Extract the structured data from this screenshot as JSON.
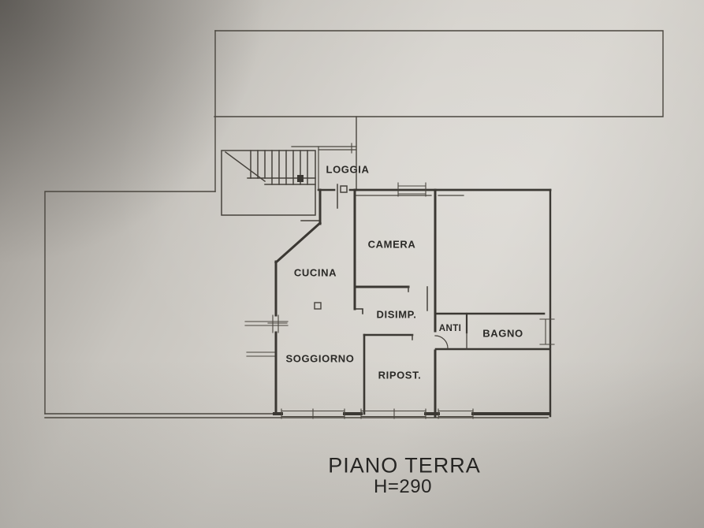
{
  "document": {
    "kind": "scanned floor plan drawing",
    "floor_title": "PIANO TERRA",
    "ceiling_height": "H=290"
  },
  "plan": {
    "rooms": [
      {
        "name": "LOGGIA"
      },
      {
        "name": "CAMERA"
      },
      {
        "name": "CUCINA"
      },
      {
        "name": "DISIMP."
      },
      {
        "name": "ANTI"
      },
      {
        "name": "BAGNO"
      },
      {
        "name": "SOGGIORNO"
      },
      {
        "name": "RIPOST."
      }
    ]
  },
  "colors": {
    "paper": "#d0cdc7",
    "ink_thin": "#4a463f",
    "ink_wall": "#3b3833",
    "text": "#2b2a27"
  }
}
